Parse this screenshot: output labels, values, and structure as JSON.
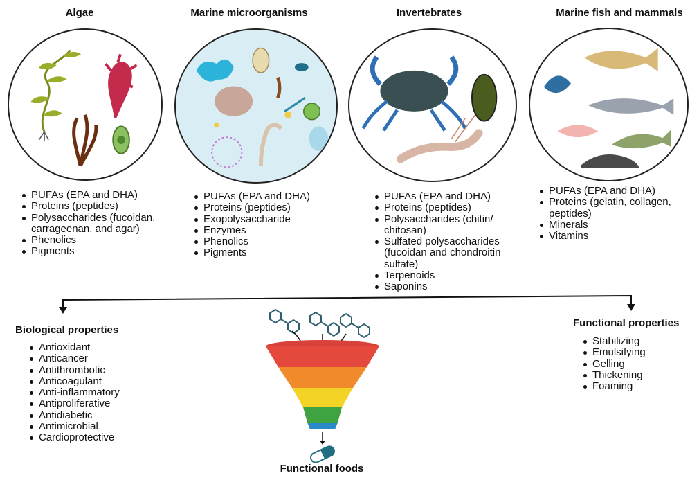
{
  "sources": [
    {
      "title": "Algae",
      "items": [
        "PUFAs (EPA and DHA)",
        "Proteins (peptides)",
        "Polysaccharides (fucoidan, carrageenan, and agar)",
        "Phenolics",
        "Pigments"
      ]
    },
    {
      "title": "Marine microorganisms",
      "items": [
        "PUFAs (EPA and DHA)",
        "Proteins (peptides)",
        "Exopolysaccharide",
        "Enzymes",
        "Phenolics",
        "Pigments"
      ]
    },
    {
      "title": "Invertebrates",
      "items": [
        "PUFAs (EPA and DHA)",
        "Proteins (peptides)",
        "Polysaccharides (chitin/ chitosan)",
        "Sulfated polysaccharides (fucoidan and chondroitin sulfate)",
        "Terpenoids",
        "Saponins"
      ]
    },
    {
      "title": "Marine fish and mammals",
      "items": [
        "PUFAs (EPA and DHA)",
        "Proteins (gelatin, collagen, peptides)",
        "Minerals",
        "Vitamins"
      ]
    }
  ],
  "biological": {
    "title": "Biological properties",
    "items": [
      "Antioxidant",
      "Anticancer",
      "Antithrombotic",
      "Anticoagulant",
      "Anti-inflammatory",
      "Antiproliferative",
      "Antidiabetic",
      "Antimicrobial",
      "Cardioprotective"
    ]
  },
  "functional": {
    "title": "Functional properties",
    "items": [
      "Stabilizing",
      "Emulsifying",
      "Gelling",
      "Thickening",
      "Foaming"
    ]
  },
  "output": {
    "title": "Functional foods"
  },
  "colors": {
    "funnel": [
      "#e5483d",
      "#f08a2a",
      "#f4d327",
      "#3fa342",
      "#2a89c9"
    ],
    "capsule": "#1f6f80",
    "molecule": "#2f5f70",
    "micro_bg": "#d9edf4"
  },
  "icons": [
    "seaweed-icon",
    "red-algae-icon",
    "brown-algae-icon",
    "green-algae-cell-icon",
    "microorganisms-icon",
    "crab-icon",
    "shrimp-icon",
    "mussel-icon",
    "cod-icon",
    "salmon-icon",
    "seal-icon",
    "molecule-icon",
    "funnel-icon",
    "capsule-icon"
  ]
}
